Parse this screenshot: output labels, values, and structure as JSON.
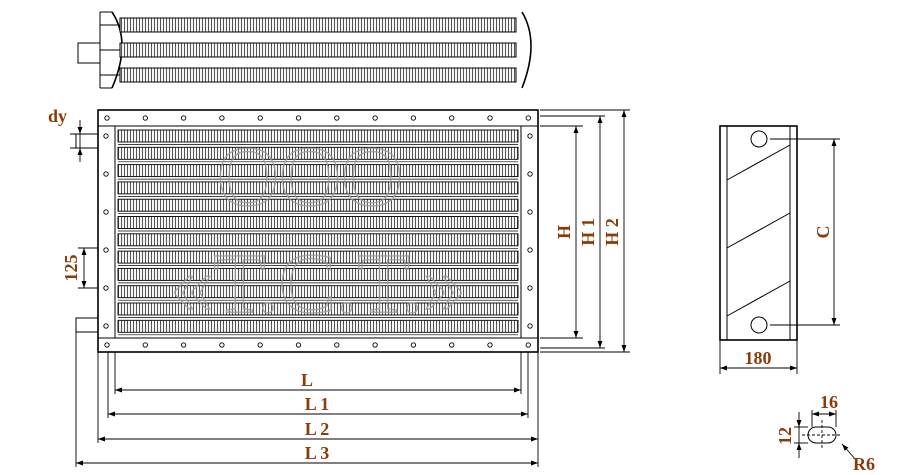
{
  "watermark": {
    "line1": "ООО",
    "line2": "«Т.С.Т.»"
  },
  "labels": {
    "dy": "dy",
    "pitch": "125",
    "h": "H",
    "h1": "H 1",
    "h2": "H 2",
    "l": "L",
    "l1": "L 1",
    "l2": "L 2",
    "l3": "L 3",
    "c": "C",
    "width": "180",
    "slot_width": "16",
    "slot_height": "12",
    "slot_radius": "R6"
  },
  "colors": {
    "label": "#8a3b0a",
    "line": "#000000",
    "watermark": "#9a9a9a"
  }
}
